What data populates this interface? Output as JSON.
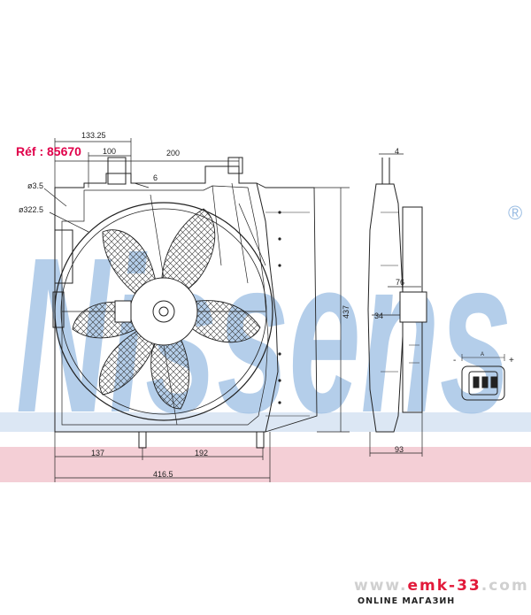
{
  "reference": {
    "label": "Réf : 85670"
  },
  "watermark": {
    "brand": "Nissens",
    "registered": "®"
  },
  "dimensions": {
    "d_133_25": "133.25",
    "d_100": "100",
    "d_200": "200",
    "d_6": "6",
    "d_3_5": "ø3.5",
    "d_322_5": "ø322.5",
    "d_437": "437",
    "d_4": "4",
    "d_76": "76",
    "d_34": "34",
    "d_93": "93",
    "d_137": "137",
    "d_192": "192",
    "d_416_5": "416.5"
  },
  "connector": {
    "minus": "-",
    "a": "A",
    "plus": "+"
  },
  "site": {
    "prefix": "www.",
    "name": "emk-33",
    "suffix": ".com",
    "shop": "ONLINE МАГАЗИН"
  },
  "colors": {
    "ref": "#e0004a",
    "watermark_blue": "#8fb4de",
    "watermark_pink": "#f4cfd6"
  }
}
